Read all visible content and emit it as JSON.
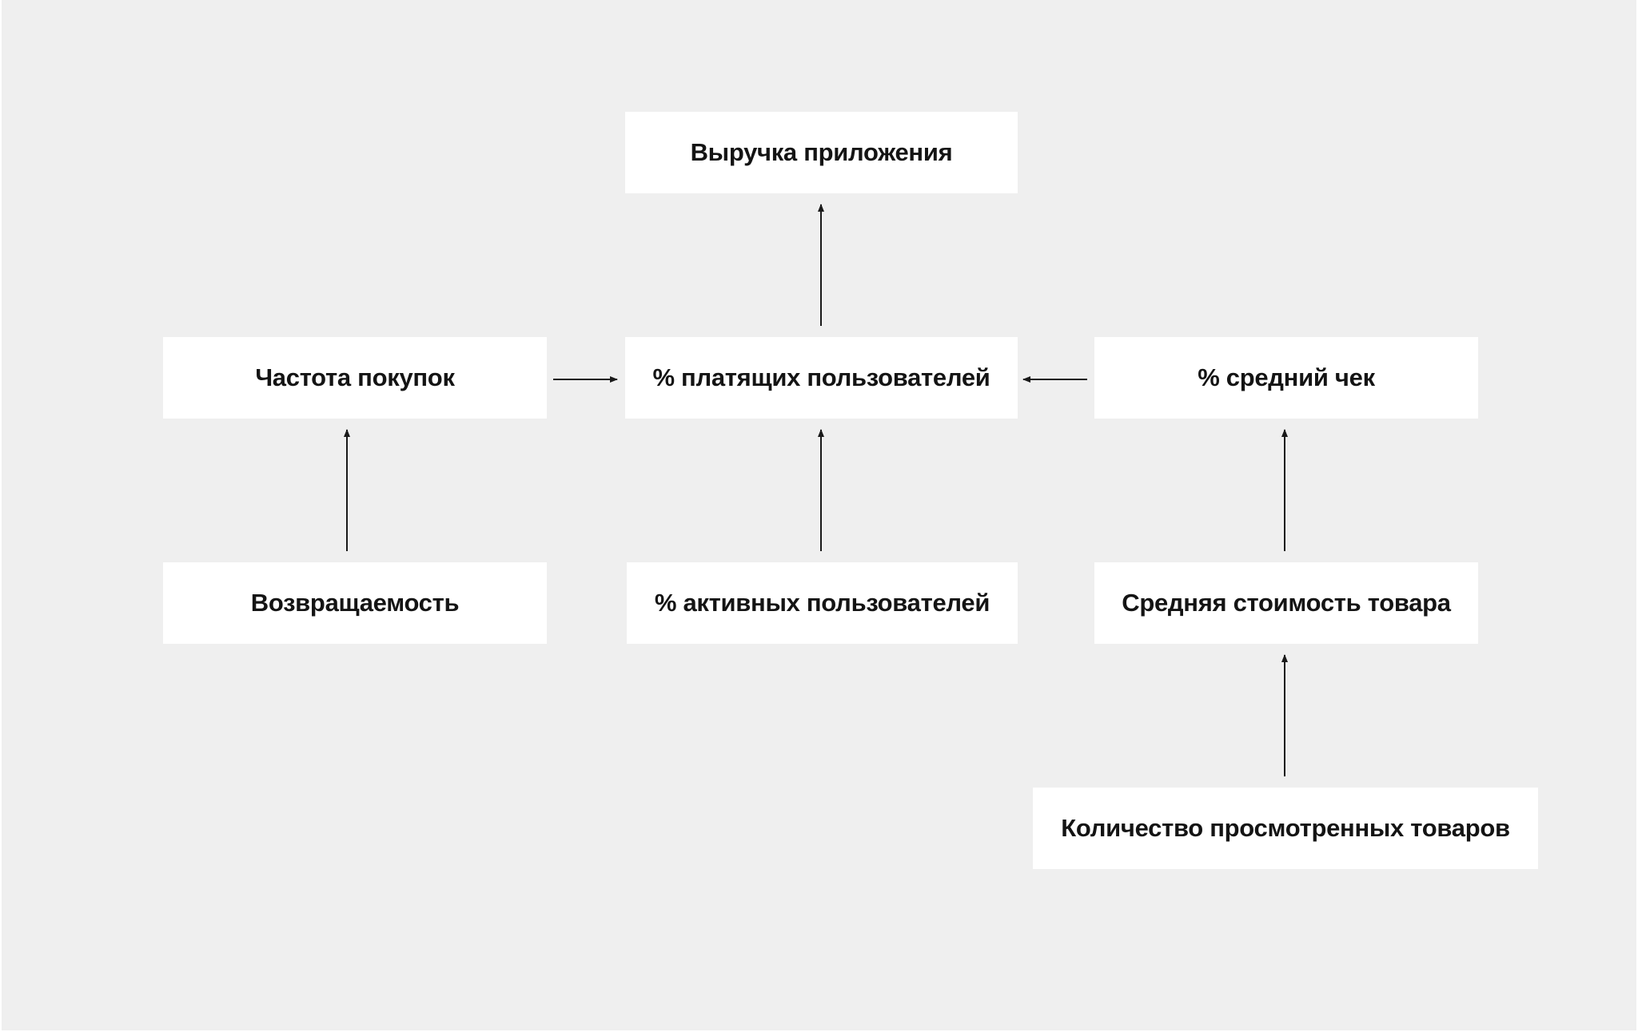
{
  "diagram": {
    "nodes": {
      "revenue": "Выручка приложения",
      "purchase_frequency": "Частота покупок",
      "paying_users": "% платящих пользователей",
      "average_check": "% средний чек",
      "retention": "Возвращаемость",
      "active_users": "% активных пользователей",
      "average_item_price": "Средняя стоимость товара",
      "viewed_items": "Количество просмотренных товаров"
    },
    "edges": [
      {
        "from": "paying_users",
        "to": "revenue"
      },
      {
        "from": "purchase_frequency",
        "to": "paying_users"
      },
      {
        "from": "average_check",
        "to": "paying_users"
      },
      {
        "from": "retention",
        "to": "purchase_frequency"
      },
      {
        "from": "active_users",
        "to": "paying_users"
      },
      {
        "from": "average_item_price",
        "to": "average_check"
      },
      {
        "from": "viewed_items",
        "to": "average_item_price"
      }
    ],
    "colors": {
      "background": "#efefef",
      "node_fill": "#ffffff",
      "text": "#141414",
      "arrow": "#1a1a1a"
    }
  }
}
